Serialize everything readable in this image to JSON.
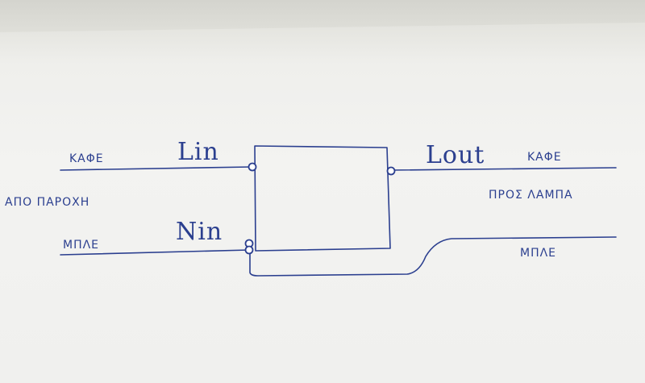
{
  "diagram": {
    "terminals": {
      "l_in": "Lin",
      "n_in": "Nin",
      "l_out": "Lout"
    },
    "left_side": {
      "wire_top_color": "ΚΑΦΕ",
      "source": "ΑΠΟ ΠΑΡΟΧΗ",
      "wire_bottom_color": "ΜΠΛΕ"
    },
    "right_side": {
      "wire_top_color": "ΚΑΦΕ",
      "destination": "ΠΡΟΣ ΛΑΜΠΑ",
      "wire_bottom_color": "ΜΠΛΕ"
    },
    "ink_color": "#2b3f8f"
  }
}
